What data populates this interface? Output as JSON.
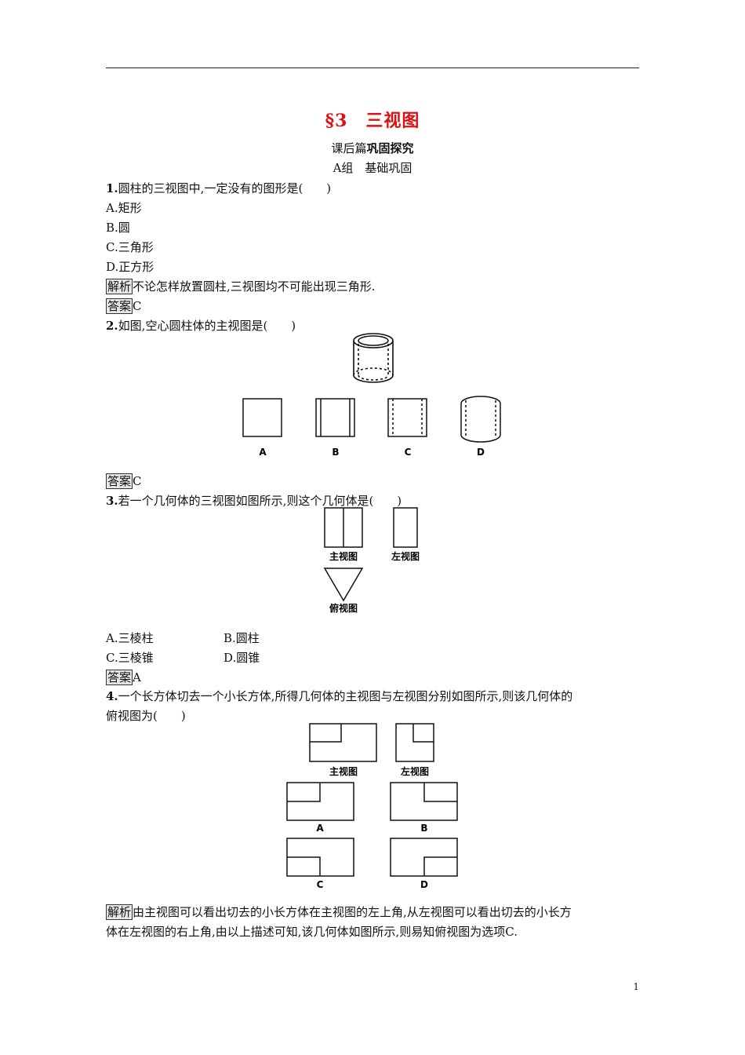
{
  "header": {
    "title": "§3　三视图",
    "subtitle_plain": "课后篇",
    "subtitle_bold": "巩固探究",
    "group_label": "A组　基础巩固"
  },
  "q1": {
    "num": "1.",
    "text": "圆柱的三视图中,一定没有的图形是(　　)",
    "options": [
      "A.矩形",
      "B.圆",
      "C.三角形",
      "D.正方形"
    ],
    "analysis_tag": "解析",
    "analysis": "不论怎样放置圆柱,三视图均不可能出现三角形.",
    "answer_tag": "答案",
    "answer": "C"
  },
  "q2": {
    "num": "2.",
    "text": "如图,空心圆柱体的主视图是(　　)",
    "choice_labels": [
      "A",
      "B",
      "C",
      "D"
    ],
    "answer_tag": "答案",
    "answer": "C"
  },
  "q3": {
    "num": "3.",
    "text": "若一个几何体的三视图如图所示,则这个几何体是(　　)",
    "view_labels": [
      "主视图",
      "左视图",
      "俯视图"
    ],
    "options": [
      "A.三棱柱",
      "B.圆柱",
      "C.三棱锥",
      "D.圆锥"
    ],
    "answer_tag": "答案",
    "answer": "A"
  },
  "q4": {
    "num": "4.",
    "text_line1": "一个长方体切去一个小长方体,所得几何体的主视图与左视图分别如图所示,则该几何体的",
    "text_line2": "俯视图为(　　)",
    "view_labels": [
      "主视图",
      "左视图"
    ],
    "choice_labels": [
      "A",
      "B",
      "C",
      "D"
    ],
    "analysis_tag": "解析",
    "analysis_line1": "由主视图可以看出切去的小长方体在主视图的左上角,从左视图可以看出切去的小长方",
    "analysis_line2": "体在左视图的右上角,由以上描述可知,该几何体如图所示,则易知俯视图为选项C."
  },
  "footer": {
    "page_number": "1"
  }
}
